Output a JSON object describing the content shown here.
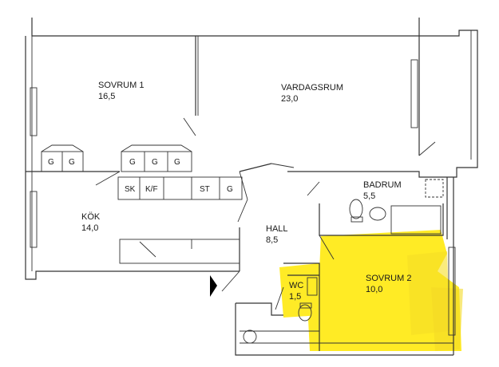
{
  "rooms": {
    "sovrum1": {
      "name": "SOVRUM 1",
      "area": "16,5"
    },
    "vardagsrum": {
      "name": "VARDAGSRUM",
      "area": "23,0"
    },
    "kok": {
      "name": "KÖK",
      "area": "14,0"
    },
    "badrum": {
      "name": "BADRUM",
      "area": "5,5"
    },
    "hall": {
      "name": "HALL",
      "area": "8,5"
    },
    "wc": {
      "name": "WC",
      "area": "1,5"
    },
    "sovrum2": {
      "name": "SOVRUM 2",
      "area": "10,0"
    }
  },
  "fixtures": {
    "g": "G",
    "sk": "SK",
    "kf": "K/F",
    "st": "ST"
  },
  "colors": {
    "highlight": "#ffe800",
    "wall": "#333333",
    "entrance_marker": "#000000"
  }
}
